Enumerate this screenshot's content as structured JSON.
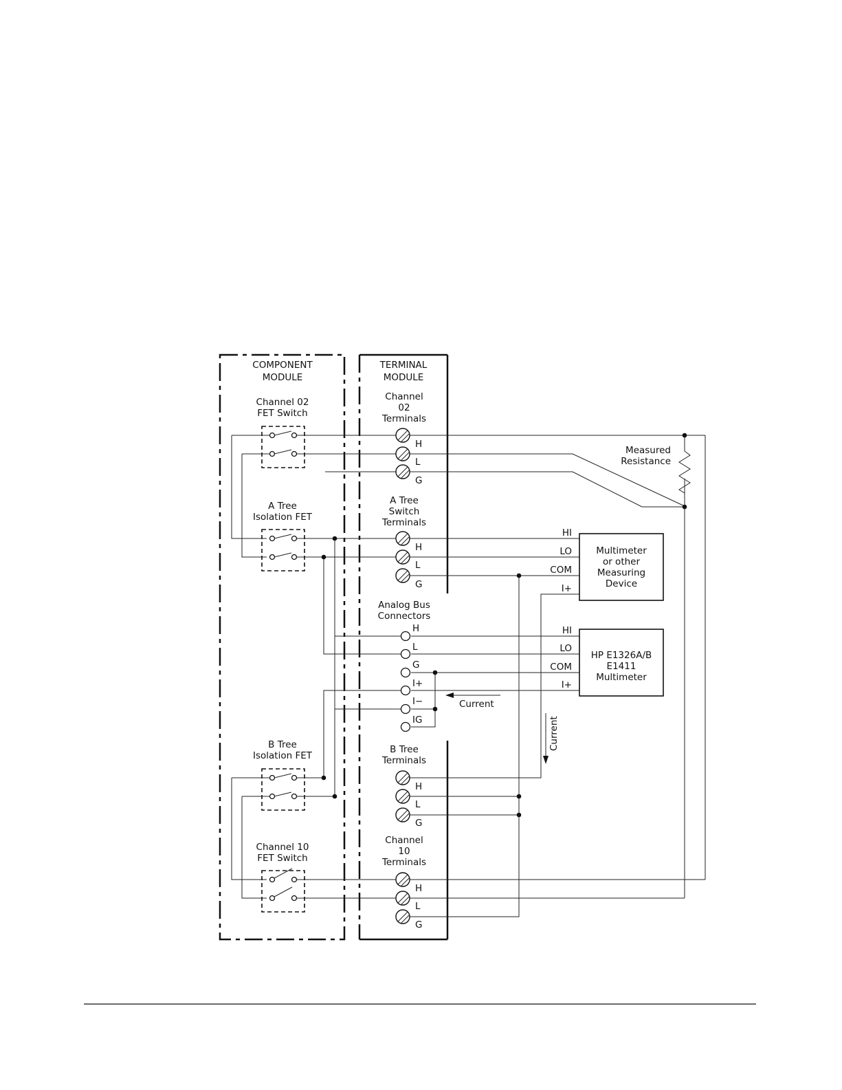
{
  "component_module": {
    "title_line1": "COMPONENT",
    "title_line2": "MODULE"
  },
  "terminal_module": {
    "title_line1": "TERMINAL",
    "title_line2": "MODULE"
  },
  "ch02_fet": {
    "line1": "Channel 02",
    "line2": "FET Switch"
  },
  "a_tree_fet": {
    "line1": "A Tree",
    "line2": "Isolation FET"
  },
  "b_tree_fet": {
    "line1": "B Tree",
    "line2": "Isolation FET"
  },
  "ch10_fet": {
    "line1": "Channel 10",
    "line2": "FET Switch"
  },
  "ch02_terminals": {
    "line1": "Channel",
    "line2": "02",
    "line3": "Terminals"
  },
  "a_tree_terminals": {
    "line1": "A Tree",
    "line2": "Switch",
    "line3": "Terminals"
  },
  "analog_bus": {
    "line1": "Analog Bus",
    "line2": "Connectors"
  },
  "b_tree_terminals": {
    "line1": "B Tree",
    "line2": "Terminals"
  },
  "ch10_terminals": {
    "line1": "Channel",
    "line2": "10",
    "line3": "Terminals"
  },
  "terminal_labels": {
    "h": "H",
    "l": "L",
    "g": "G"
  },
  "bus_labels": {
    "h": "H",
    "l": "L",
    "g": "G",
    "i_plus": "I+",
    "i_minus": "I−",
    "ig": "IG"
  },
  "measured_resistance": {
    "line1": "Measured",
    "line2": "Resistance"
  },
  "multimeter_other": {
    "line1": "Multimeter",
    "line2": "or other",
    "line3": "Measuring",
    "line4": "Device"
  },
  "hp_multimeter": {
    "line1": "HP E1326A/B",
    "line2": "E1411",
    "line3": "Multimeter"
  },
  "instrument_inputs": {
    "hi": "HI",
    "lo": "LO",
    "com": "COM",
    "i_plus": "I+"
  },
  "current_labels": {
    "horizontal": "Current",
    "vertical": "Current"
  }
}
